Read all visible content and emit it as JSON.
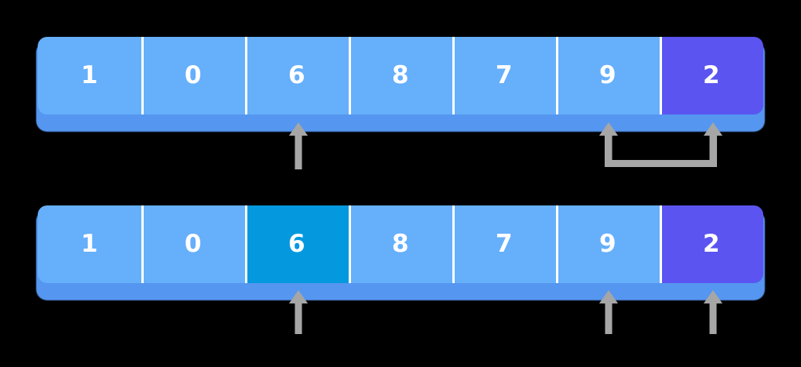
{
  "palette": {
    "background": "#000000",
    "cell_default": "#66AFFB",
    "cell_base_shadow": "#5596F0",
    "cell_accent_purple": "#5B54F0",
    "cell_accent_cyan": "#0499DE",
    "cell_divider": "#FFFFFF",
    "cell_text": "#FFFFFF",
    "pointer_gray": "#A6A6A6"
  },
  "arrays": [
    {
      "name": "top-array",
      "cells": [
        {
          "value": "1",
          "accent": "none"
        },
        {
          "value": "0",
          "accent": "none"
        },
        {
          "value": "6",
          "accent": "none"
        },
        {
          "value": "8",
          "accent": "none"
        },
        {
          "value": "7",
          "accent": "none"
        },
        {
          "value": "9",
          "accent": "none"
        },
        {
          "value": "2",
          "accent": "purple"
        }
      ],
      "pointers": [
        {
          "name": "pointer-pivot",
          "cell_index": 2,
          "length": "short"
        },
        {
          "name": "pointer-left",
          "cell_index": 5,
          "length": "short"
        },
        {
          "name": "pointer-right",
          "cell_index": 6,
          "length": "short"
        }
      ],
      "connector": {
        "name": "pointer-connector-bracket",
        "from_cell_index": 5,
        "to_cell_index": 6
      }
    },
    {
      "name": "bottom-array",
      "cells": [
        {
          "value": "1",
          "accent": "none"
        },
        {
          "value": "0",
          "accent": "none"
        },
        {
          "value": "6",
          "accent": "cyan"
        },
        {
          "value": "8",
          "accent": "none"
        },
        {
          "value": "7",
          "accent": "none"
        },
        {
          "value": "9",
          "accent": "none"
        },
        {
          "value": "2",
          "accent": "purple"
        }
      ],
      "pointers": [
        {
          "name": "pointer-pivot",
          "cell_index": 2,
          "length": "long"
        },
        {
          "name": "pointer-left",
          "cell_index": 5,
          "length": "long"
        },
        {
          "name": "pointer-right",
          "cell_index": 6,
          "length": "long"
        }
      ],
      "connector": null
    }
  ],
  "top": {
    "cell_0": "1",
    "cell_1": "0",
    "cell_2": "6",
    "cell_3": "8",
    "cell_4": "7",
    "cell_5": "9",
    "cell_6": "2"
  },
  "bottom": {
    "cell_0": "1",
    "cell_1": "0",
    "cell_2": "6",
    "cell_3": "8",
    "cell_4": "7",
    "cell_5": "9",
    "cell_6": "2"
  }
}
